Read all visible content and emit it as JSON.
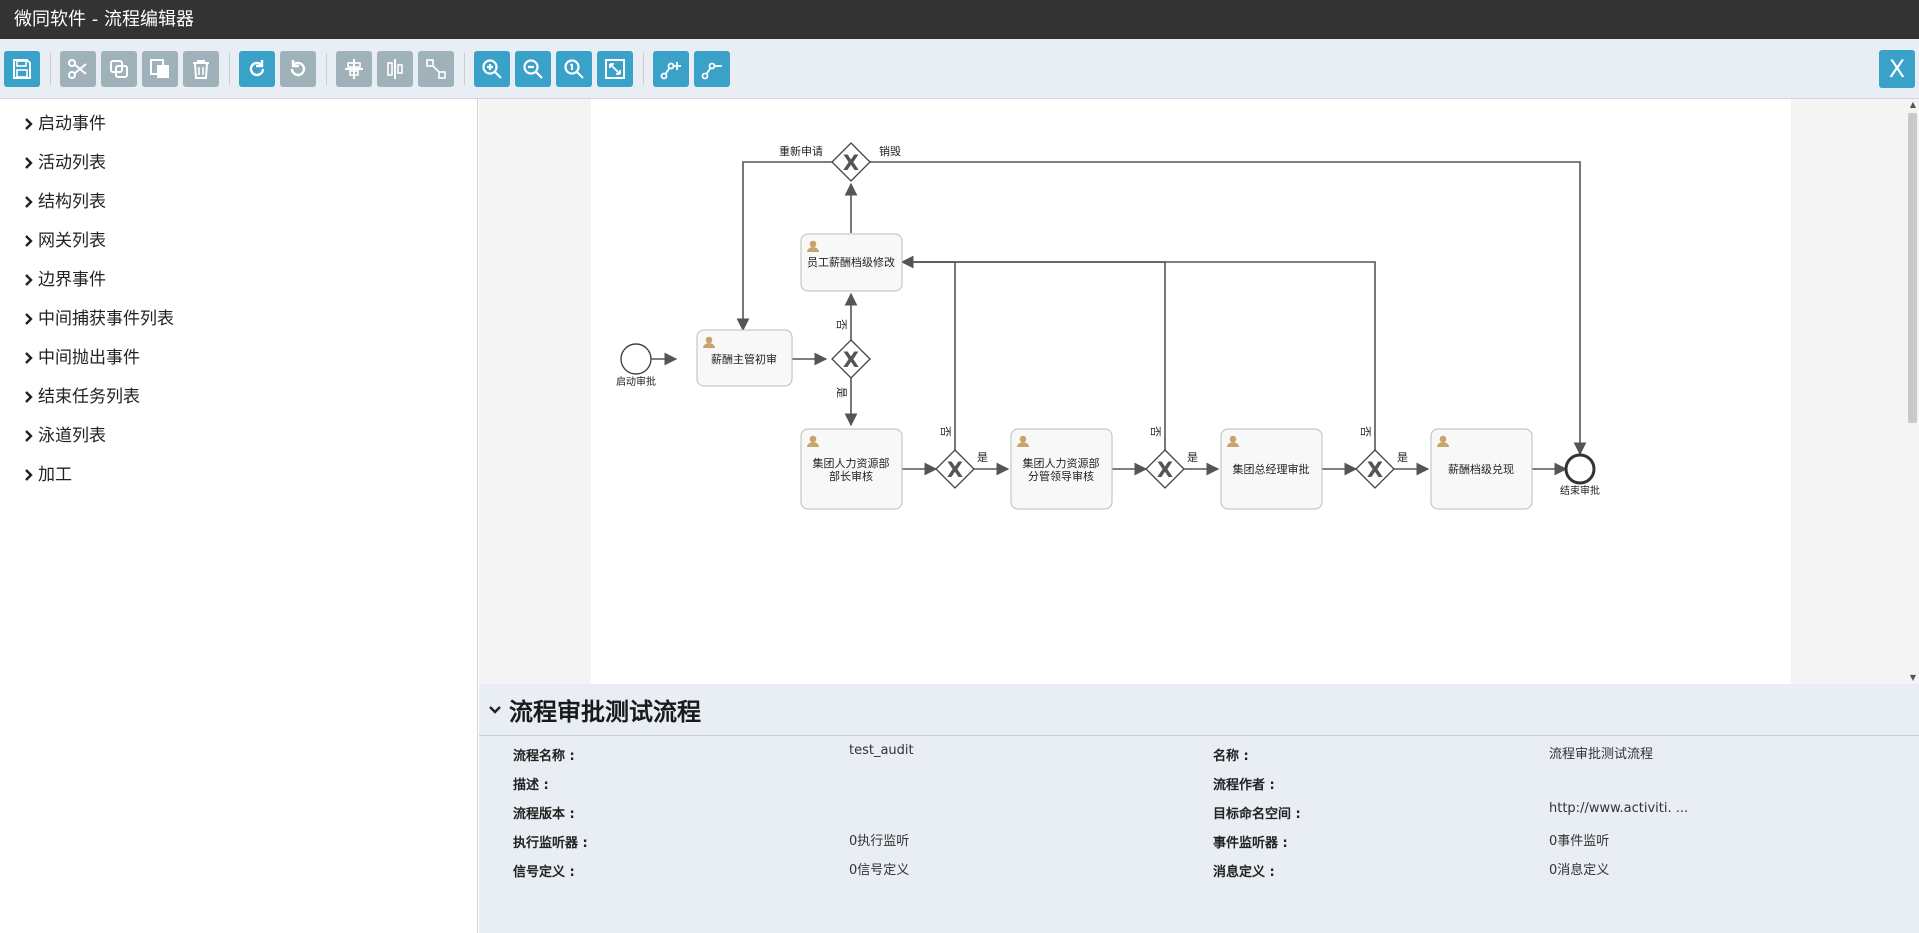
{
  "app": {
    "title": "微同软件 - 流程编辑器"
  },
  "toolbar": {
    "close_label": "X",
    "buttons": [
      {
        "name": "save-button",
        "icon": "floppy-icon"
      },
      {
        "name": "cut-button",
        "icon": "scissors-icon"
      },
      {
        "name": "copy-button",
        "icon": "copy-icon"
      },
      {
        "name": "paste-button",
        "icon": "paste-icon"
      },
      {
        "name": "delete-button",
        "icon": "trash-icon"
      },
      {
        "name": "redo-button",
        "icon": "redo-icon"
      },
      {
        "name": "undo-button",
        "icon": "undo-icon"
      },
      {
        "name": "align-horizontal-button",
        "icon": "align-h-icon"
      },
      {
        "name": "align-vertical-button",
        "icon": "align-v-icon"
      },
      {
        "name": "same-size-button",
        "icon": "same-size-icon"
      },
      {
        "name": "zoom-in-button",
        "icon": "zoom-in-icon"
      },
      {
        "name": "zoom-out-button",
        "icon": "zoom-out-icon"
      },
      {
        "name": "zoom-actual-button",
        "icon": "zoom-actual-icon"
      },
      {
        "name": "zoom-fit-button",
        "icon": "zoom-fit-icon"
      },
      {
        "name": "add-bendpoint-button",
        "icon": "bendpoint-add-icon"
      },
      {
        "name": "remove-bendpoint-button",
        "icon": "bendpoint-remove-icon"
      }
    ]
  },
  "sidebar": {
    "items": [
      {
        "label": "启动事件"
      },
      {
        "label": "活动列表"
      },
      {
        "label": "结构列表"
      },
      {
        "label": "网关列表"
      },
      {
        "label": "边界事件"
      },
      {
        "label": "中间捕获事件列表"
      },
      {
        "label": "中间抛出事件"
      },
      {
        "label": "结束任务列表"
      },
      {
        "label": "泳道列表"
      },
      {
        "label": "加工"
      }
    ]
  },
  "diagram": {
    "start_label": "启动审批",
    "end_label": "结束审批",
    "tasks": [
      {
        "line1": "薪酬主管初审",
        "line2": ""
      },
      {
        "line1": "员工薪酬档级修改",
        "line2": ""
      },
      {
        "line1": "集团人力资源部",
        "line2": "部长审核"
      },
      {
        "line1": "集团人力资源部",
        "line2": "分管领导审核"
      },
      {
        "line1": "集团总经理审批",
        "line2": ""
      },
      {
        "line1": "薪酬档级兑现",
        "line2": ""
      }
    ],
    "flow_labels": {
      "resubmit": "重新申请",
      "destroy": "销毁",
      "no": "否",
      "yes": "是"
    }
  },
  "properties": {
    "title": "流程审批测试流程",
    "left": [
      {
        "label": "流程名称 :",
        "value": "test_audit"
      },
      {
        "label": "描述 :",
        "value": ""
      },
      {
        "label": "流程版本 :",
        "value": ""
      },
      {
        "label": "执行监听器 :",
        "value": "0执行监听"
      },
      {
        "label": "信号定义 :",
        "value": "0信号定义"
      }
    ],
    "right": [
      {
        "label": "名称 :",
        "value": "流程审批测试流程"
      },
      {
        "label": "流程作者 :",
        "value": ""
      },
      {
        "label": "目标命名空间 :",
        "value": "http://www.activiti. ..."
      },
      {
        "label": "事件监听器 :",
        "value": "0事件监听"
      },
      {
        "label": "消息定义 :",
        "value": "0消息定义"
      }
    ]
  }
}
